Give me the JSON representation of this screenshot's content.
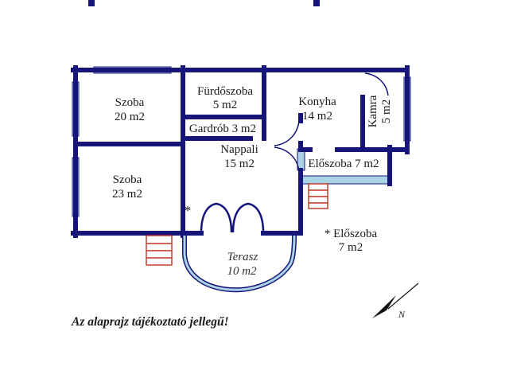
{
  "plan": {
    "rooms": {
      "szoba20": {
        "name": "Szoba",
        "area": "20 m2"
      },
      "furdoszoba": {
        "name": "Fürdőszoba",
        "area": "5 m2"
      },
      "gardrob": {
        "label": "Gardrób 3 m2"
      },
      "konyha": {
        "name": "Konyha",
        "area": "14 m2"
      },
      "kamra": {
        "name": "Kamra",
        "area": "5 m2"
      },
      "szoba23": {
        "name": "Szoba",
        "area": "23 m2"
      },
      "nappali": {
        "name": "Nappali",
        "area": "15 m2"
      },
      "eloszoba": {
        "label": "Előszoba 7 m2"
      },
      "terasz": {
        "name": "Terasz",
        "area": "10 m2"
      }
    },
    "annotations": {
      "asterisk": "*",
      "note_line1": "* Előszoba",
      "note_line2": "7 m2",
      "disclaimer": "Az alaprajz tájékoztató jellegű!",
      "compass_label": "N"
    },
    "colors": {
      "wall": "#15157a",
      "window": "#aad3e6",
      "stairs": "#c63122",
      "background": "#ffffff"
    }
  }
}
